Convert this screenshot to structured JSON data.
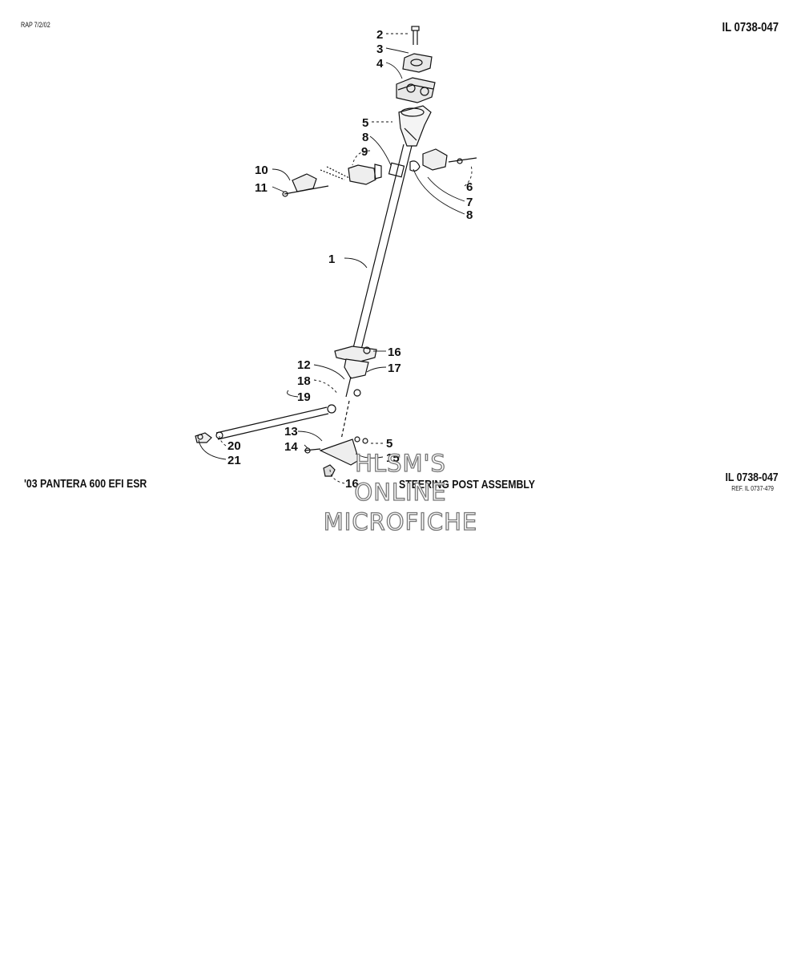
{
  "header": {
    "corner_code": "RAP 7/2/02",
    "illustration_id_top": "IL 0738-047"
  },
  "footer": {
    "model": "'03 PANTERA 600 EFI ESR",
    "title": "STEERING POST ASSEMBLY",
    "illustration_id": "IL 0738-047",
    "reference": "REF. IL 0737-479"
  },
  "watermark": {
    "line1": "HLSM'S",
    "line2": "ONLINE",
    "line3": "MICROFICHE"
  },
  "callouts": {
    "c1": "1",
    "c2": "2",
    "c3": "3",
    "c4": "4",
    "c5a": "5",
    "c5b": "5",
    "c6": "6",
    "c7": "7",
    "c8a": "8",
    "c8b": "8",
    "c9": "9",
    "c10": "10",
    "c11": "11",
    "c12": "12",
    "c13": "13",
    "c14": "14",
    "c15": "15",
    "c16a": "16",
    "c16b": "16",
    "c17": "17",
    "c18": "18",
    "c19": "19",
    "c20": "20",
    "c21": "21"
  }
}
